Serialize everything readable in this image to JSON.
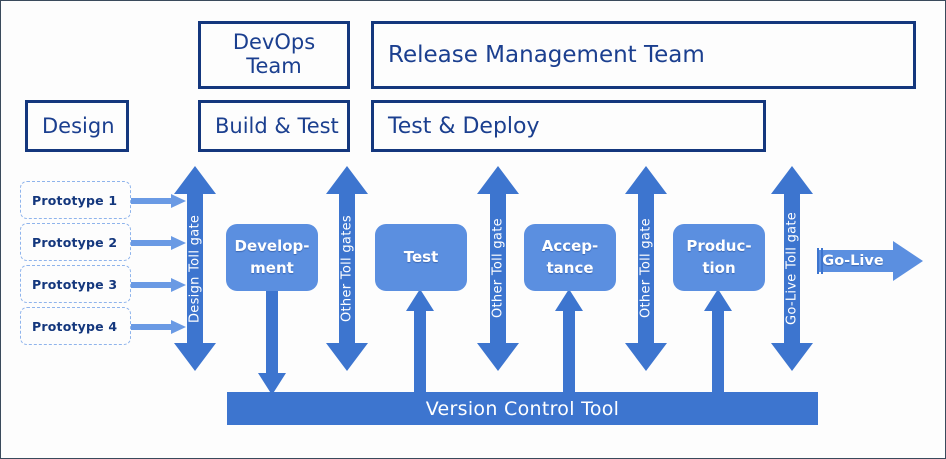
{
  "colors": {
    "outline_navy": "#14377d",
    "text_navy": "#1b3f8f",
    "arrow_blue": "#3d75cf",
    "stage_blue": "#5b8fe0",
    "feed_blue": "#6a9ae4",
    "canvas": "#fdfdfd"
  },
  "teams": {
    "devops": "DevOps\nTeam",
    "devops_line1": "DevOps",
    "devops_line2": "Team",
    "release_management": "Release Management Team"
  },
  "phases": {
    "design": "Design",
    "build_and_test": "Build & Test",
    "test_and_deploy": "Test & Deploy"
  },
  "prototypes": [
    {
      "label": "Prototype 1"
    },
    {
      "label": "Prototype 2"
    },
    {
      "label": "Prototype 3"
    },
    {
      "label": "Prototype 4"
    }
  ],
  "stages": [
    {
      "name": "development",
      "line1": "Develop-",
      "line2": "ment"
    },
    {
      "name": "test",
      "line1": "Test",
      "line2": ""
    },
    {
      "name": "acceptance",
      "line1": "Accep-",
      "line2": "tance"
    },
    {
      "name": "production",
      "line1": "Produc-",
      "line2": "tion"
    }
  ],
  "toll_gates": [
    {
      "name": "design-toll-gate",
      "label": "Design Toll gate"
    },
    {
      "name": "other-toll-gates",
      "label": "Other Toll gates"
    },
    {
      "name": "other-toll-gate-2",
      "label": "Other Toll gate"
    },
    {
      "name": "other-toll-gate-3",
      "label": "Other Toll gate"
    },
    {
      "name": "go-live-toll-gate",
      "label": "Go-Live Toll gate"
    }
  ],
  "version_control": {
    "label": "Version Control Tool"
  },
  "go_live": {
    "label": "Go-Live"
  }
}
